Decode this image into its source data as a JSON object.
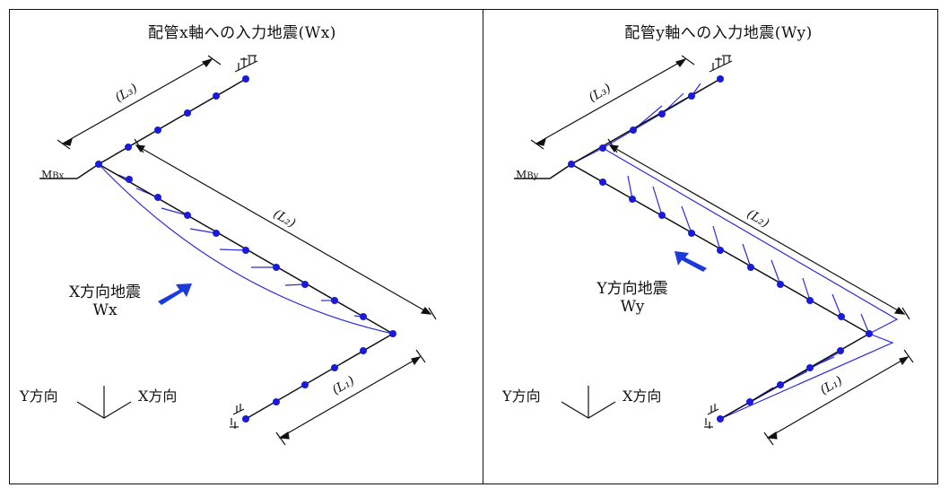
{
  "panels": {
    "left": {
      "title": "配管x軸への入力地震(Wx)",
      "quake_label_line1": "X方向地震",
      "quake_label_line2": "Wx",
      "moment_label": "M",
      "moment_sub": "Bx",
      "dims": {
        "l1": "(L₁)",
        "l2": "(L₂)",
        "l3": "(L₃)"
      },
      "axis_y": "Y方向",
      "axis_x": "X方向"
    },
    "right": {
      "title": "配管y軸への入力地震(Wy)",
      "quake_label_line1": "Y方向地震",
      "quake_label_line2": "Wy",
      "moment_label": "M",
      "moment_sub": "By",
      "dims": {
        "l1": "(L₁)",
        "l2": "(L₂)",
        "l3": "(L₃)"
      },
      "axis_y": "Y方向",
      "axis_x": "X方向"
    }
  },
  "colors": {
    "pipe": "#111111",
    "node": "#1a1adb",
    "diagram": "#2a2ae0",
    "arrow": "#1a3adb"
  }
}
